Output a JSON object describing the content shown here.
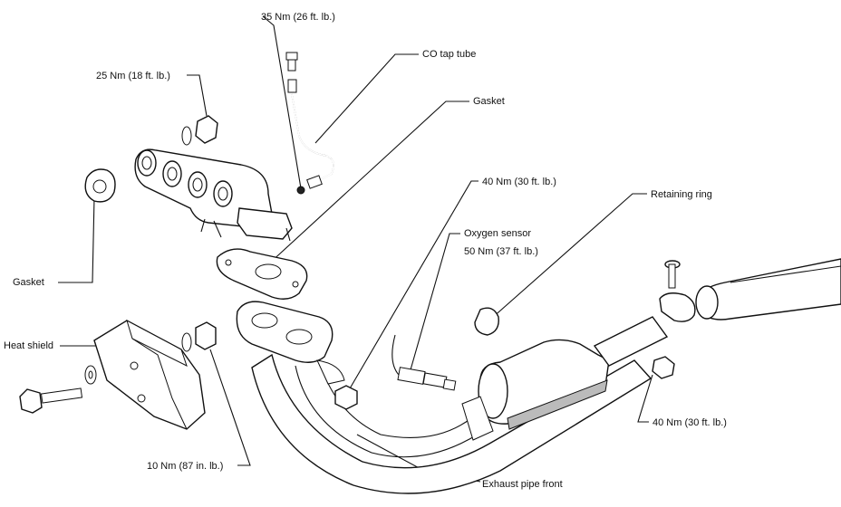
{
  "labels": {
    "co_tap_torque": "35 Nm (26 ft. lb.)",
    "co_tap_tube": "CO tap tube",
    "manifold_nut_torque": "25 Nm (18 ft. lb.)",
    "gasket_upper": "Gasket",
    "gasket_left": "Gasket",
    "sensor_torque_40": "40 Nm (30 ft. lb.)",
    "oxygen_sensor": "Oxygen sensor",
    "oxygen_sensor_torque": "50 Nm (37 ft. lb.)",
    "retaining_ring": "Retaining ring",
    "heat_shield": "Heat shield",
    "heat_shield_torque": "10 Nm (87 in. lb.)",
    "rear_nut_torque": "40 Nm (30 ft. lb.)",
    "exhaust_pipe_front": "Exhaust pipe front"
  }
}
